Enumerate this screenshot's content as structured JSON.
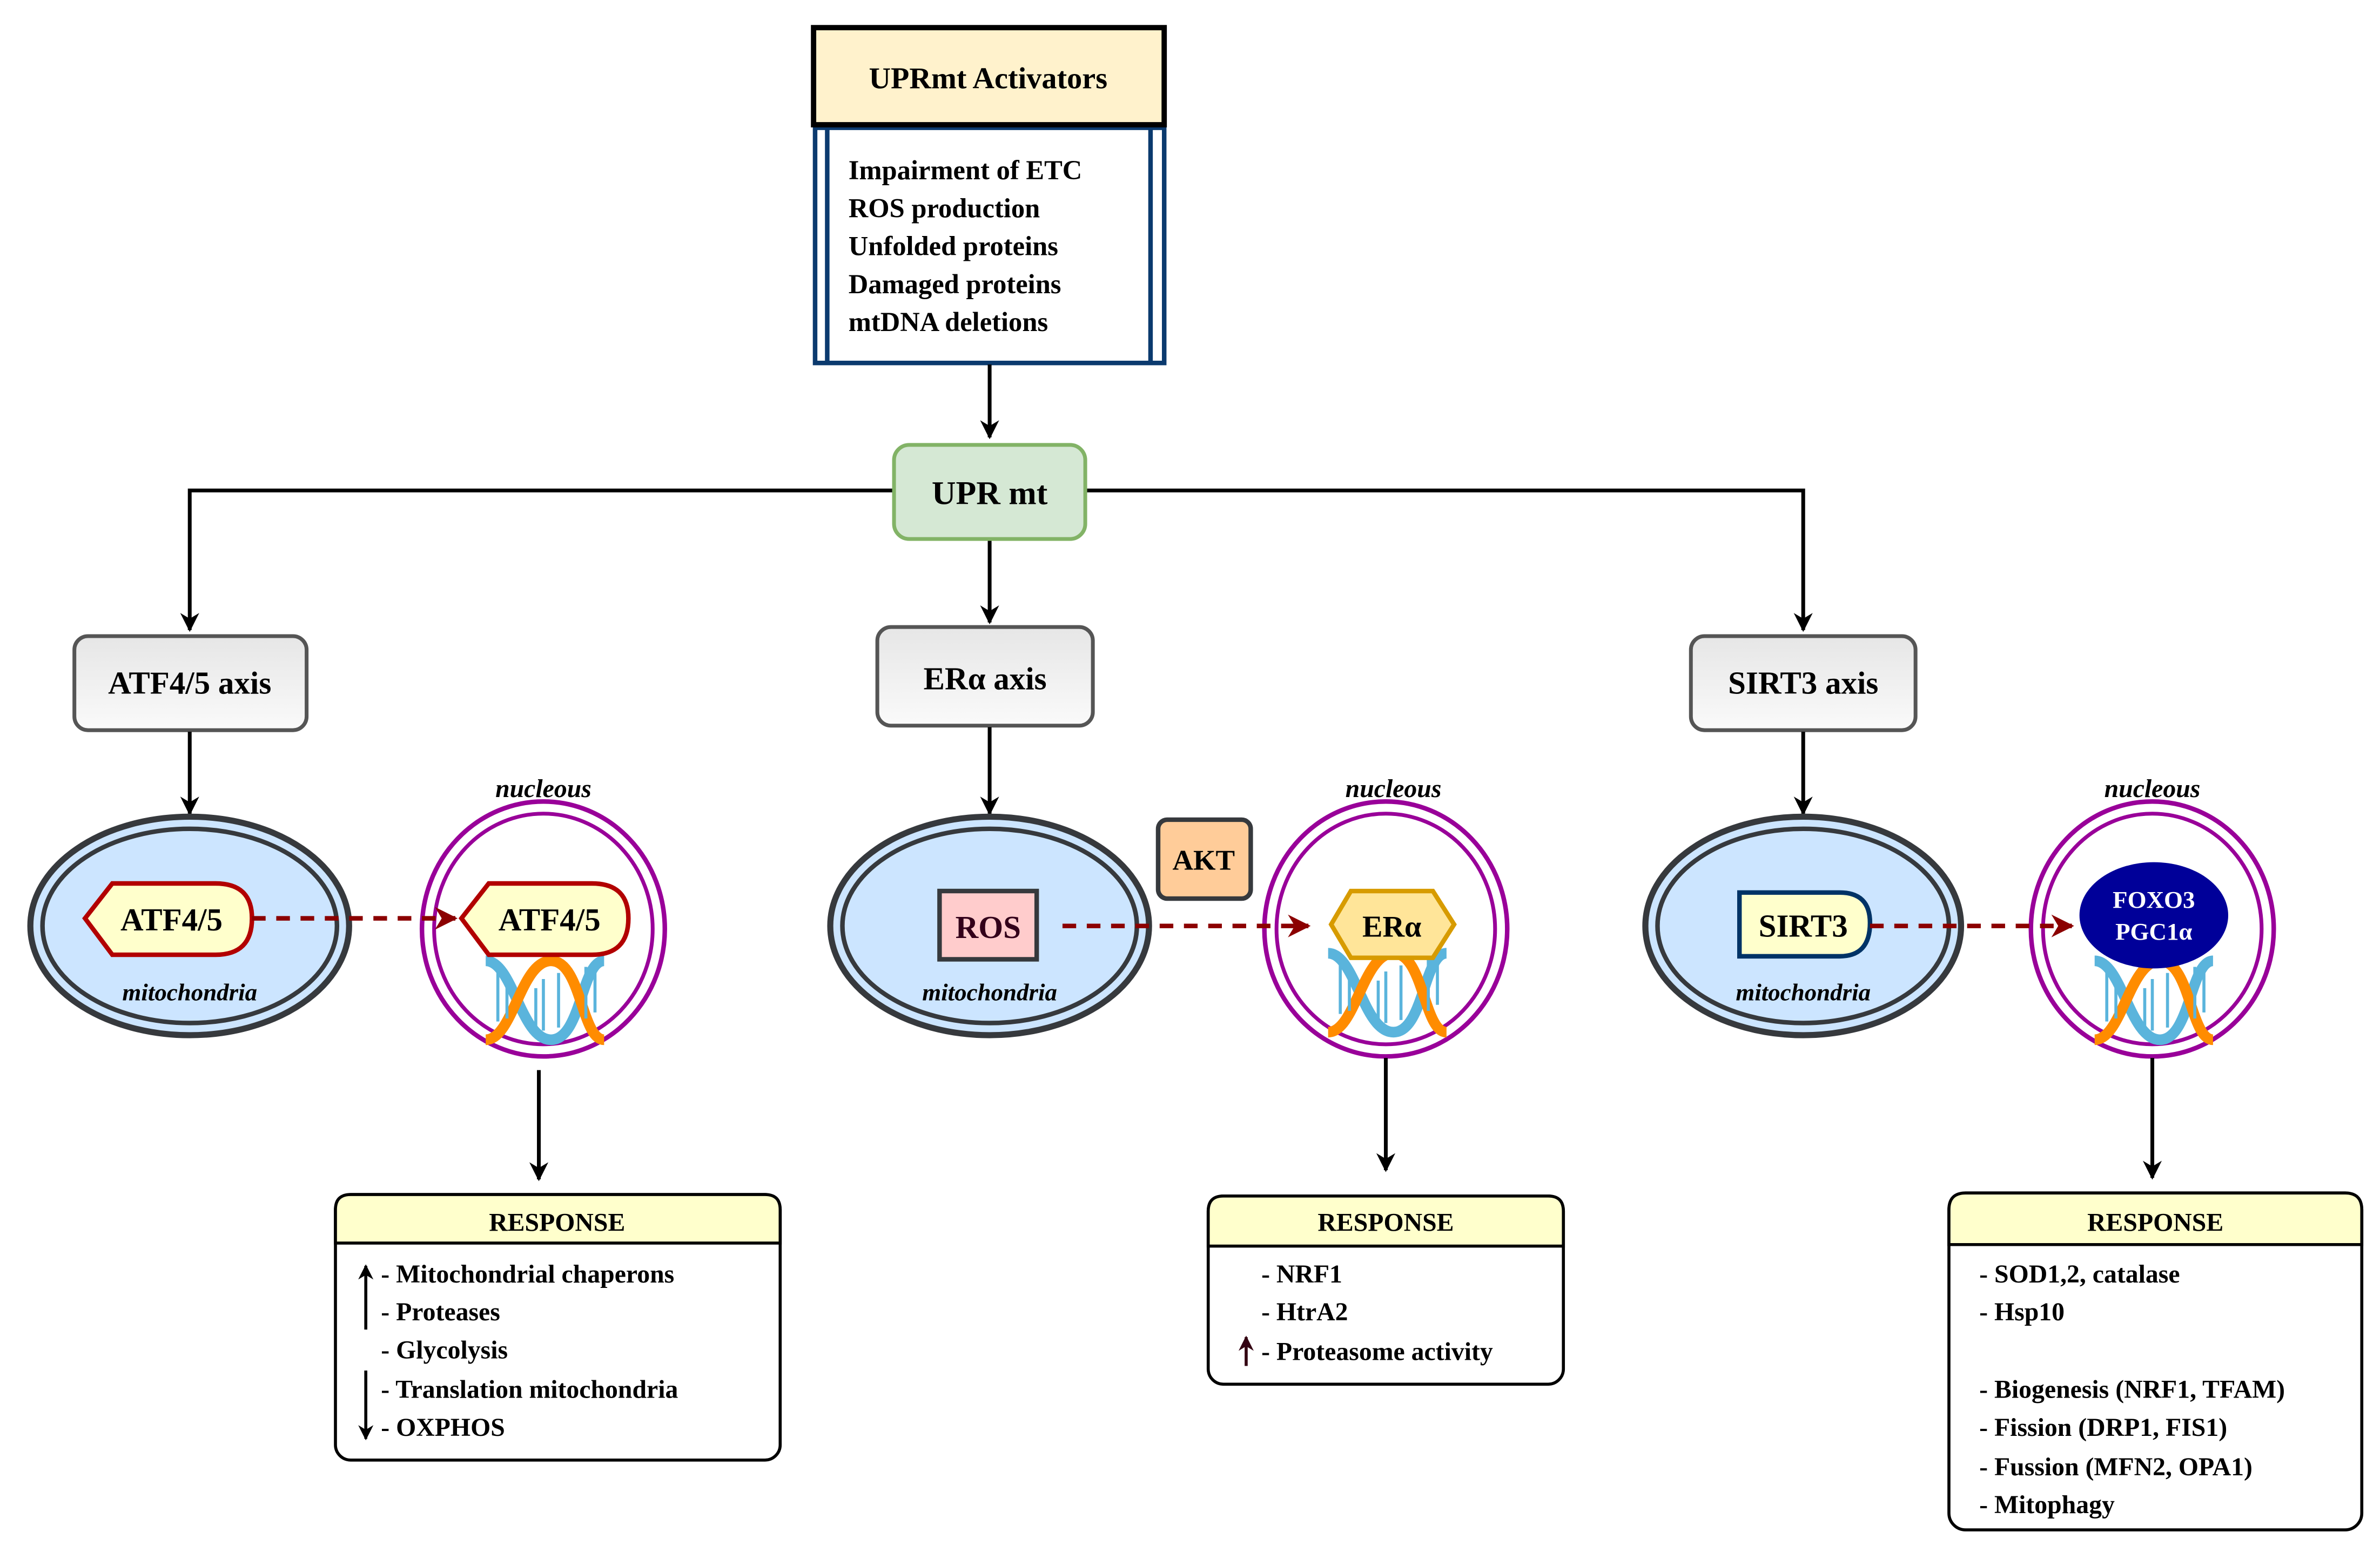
{
  "activators": {
    "title": "UPRmt Activators",
    "items": [
      "Impairment of ETC",
      "ROS production",
      "Unfolded proteins",
      "Damaged proteins",
      "mtDNA deletions"
    ]
  },
  "hub": {
    "label": "UPR mt"
  },
  "axes": [
    {
      "label": "ATF4/5 axis",
      "mito_protein": "ATF4/5",
      "mito_label": "mitochondria",
      "nucleus_label": "nucleous",
      "nucleus_protein": "ATF4/5",
      "response": {
        "title": "RESPONSE",
        "items": [
          "- Mitochondrial chaperons",
          "- Proteases",
          "- Glycolysis",
          "- Translation mitochondria",
          "- OXPHOS"
        ],
        "up_indicator": "up-arrow-icon",
        "down_indicator": "down-arrow-icon"
      }
    },
    {
      "label": "ERα axis",
      "mito_protein": "ROS",
      "mito_label": "mitochondria",
      "mediator": "AKT",
      "nucleus_label": "nucleous",
      "nucleus_protein": "ERα",
      "response": {
        "title": "RESPONSE",
        "items": [
          "- NRF1",
          "- HtrA2",
          "- Proteasome activity"
        ],
        "up_indicator": "up-arrow-icon"
      }
    },
    {
      "label": "SIRT3 axis",
      "mito_protein": "SIRT3",
      "mito_label": "mitochondria",
      "nucleus_label": "nucleous",
      "nucleus_protein_lines": [
        "FOXO3",
        "PGC1α"
      ],
      "response": {
        "title": "RESPONSE",
        "items": [
          "- SOD1,2, catalase",
          "- Hsp10",
          "",
          "- Biogenesis (NRF1, TFAM)",
          "- Fission (DRP1, FIS1)",
          "- Fussion (MFN2, OPA1)",
          "- Mitophagy"
        ]
      }
    }
  ],
  "colors": {
    "activator_header": "#fff2cc",
    "activator_border": "#0b3a6e",
    "hub_fill": "#d5e8d4",
    "hub_border": "#82b366",
    "axis_border": "#555555",
    "mito_fill": "#cce5ff",
    "mito_border": "#36393d",
    "nucleus_border": "#990099",
    "atf_fill": "#ffffcc",
    "atf_border": "#b20000",
    "ros_fill": "#ffcccc",
    "akt_fill": "#ffcc99",
    "era_fill": "#ffe599",
    "era_border": "#d79b00",
    "sirt_border": "#003366",
    "foxo_fill": "#000099",
    "dashed_arrow": "#8b0000",
    "response_header": "#ffffcc",
    "dna_blue": "#5ab4dc",
    "dna_orange": "#ff8c00"
  }
}
